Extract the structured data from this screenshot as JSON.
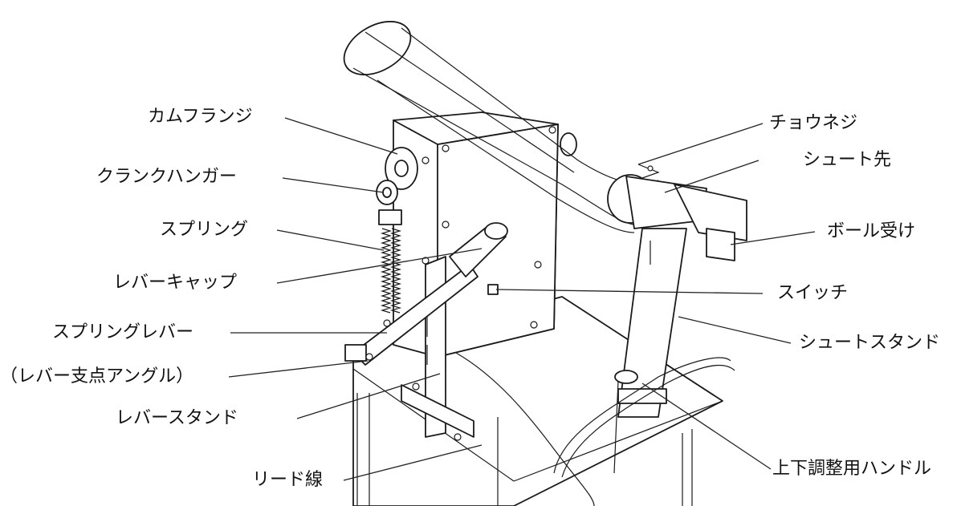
{
  "diagram": {
    "labels": {
      "cam_flange": "カムフランジ",
      "crank_hanger": "クランクハンガー",
      "spring": "スプリング",
      "lever_cap": "レバーキャップ",
      "spring_lever": "スプリングレバー",
      "lever_fulcrum_angle": "（レバー支点アングル）",
      "lever_stand": "レバースタンド",
      "lead_wire": "リード線",
      "wing_nut": "チョウネジ",
      "chute_tip": "シュート先",
      "ball_receiver": "ボール受け",
      "switch": "スイッチ",
      "chute_stand": "シュートスタンド",
      "height_adjust_handle": "上下調整用ハンドル"
    }
  }
}
